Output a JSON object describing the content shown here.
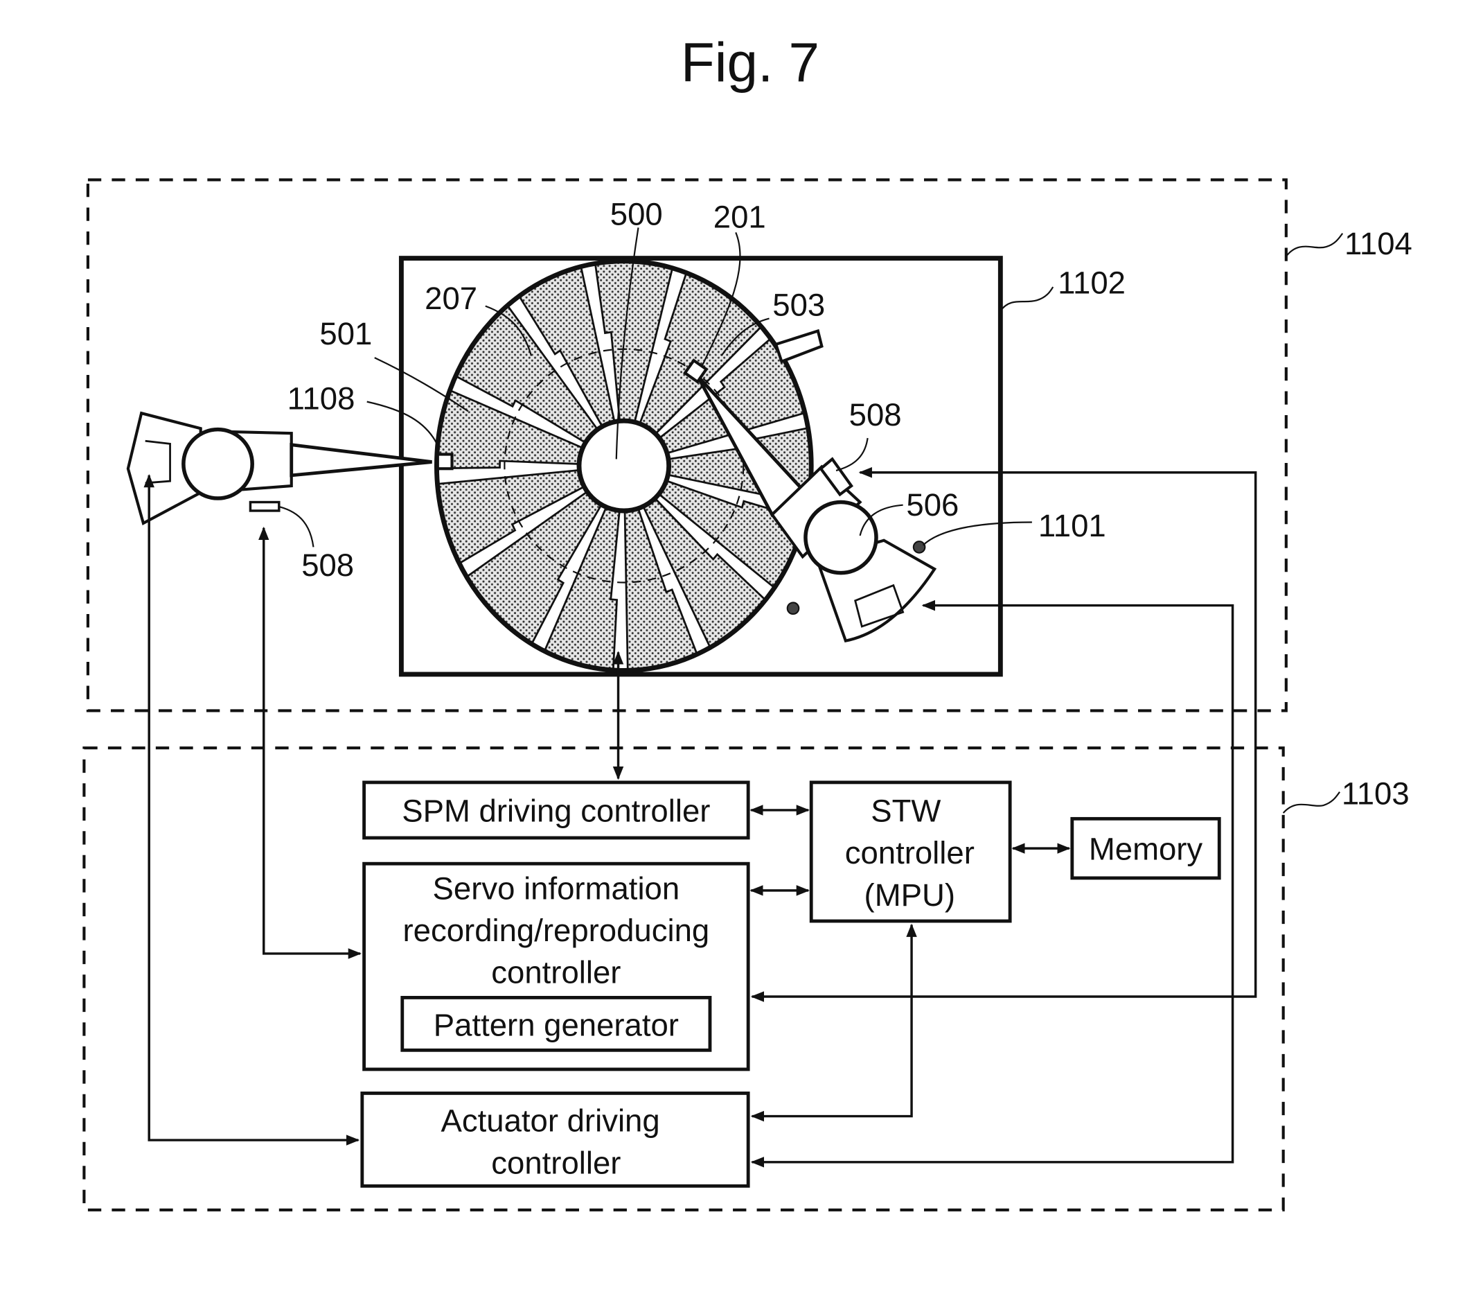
{
  "figure": {
    "title": "Fig. 7"
  },
  "reference_labels": {
    "r500": "500",
    "r201": "201",
    "r207": "207",
    "r503": "503",
    "r501": "501",
    "r1108": "1108",
    "r508_left": "508",
    "r508_right": "508",
    "r506": "506",
    "r1101": "1101",
    "r1102": "1102",
    "r1104": "1104",
    "r1103": "1103"
  },
  "blocks": {
    "spm": {
      "label": "SPM driving controller"
    },
    "servo": {
      "lines": [
        "Servo information",
        "recording/reproducing",
        "controller"
      ]
    },
    "pattern": {
      "label": "Pattern generator"
    },
    "stw": {
      "lines": [
        "STW",
        "controller",
        "(MPU)"
      ]
    },
    "memory": {
      "label": "Memory"
    },
    "actuator": {
      "lines": [
        "Actuator driving",
        "controller"
      ]
    }
  },
  "regions": {
    "upper_region": "1104",
    "lower_region": "1103",
    "housing": "1102"
  },
  "colors": {
    "ink": "#111111",
    "paper": "#ffffff",
    "stipple": "#8a8a8a"
  }
}
